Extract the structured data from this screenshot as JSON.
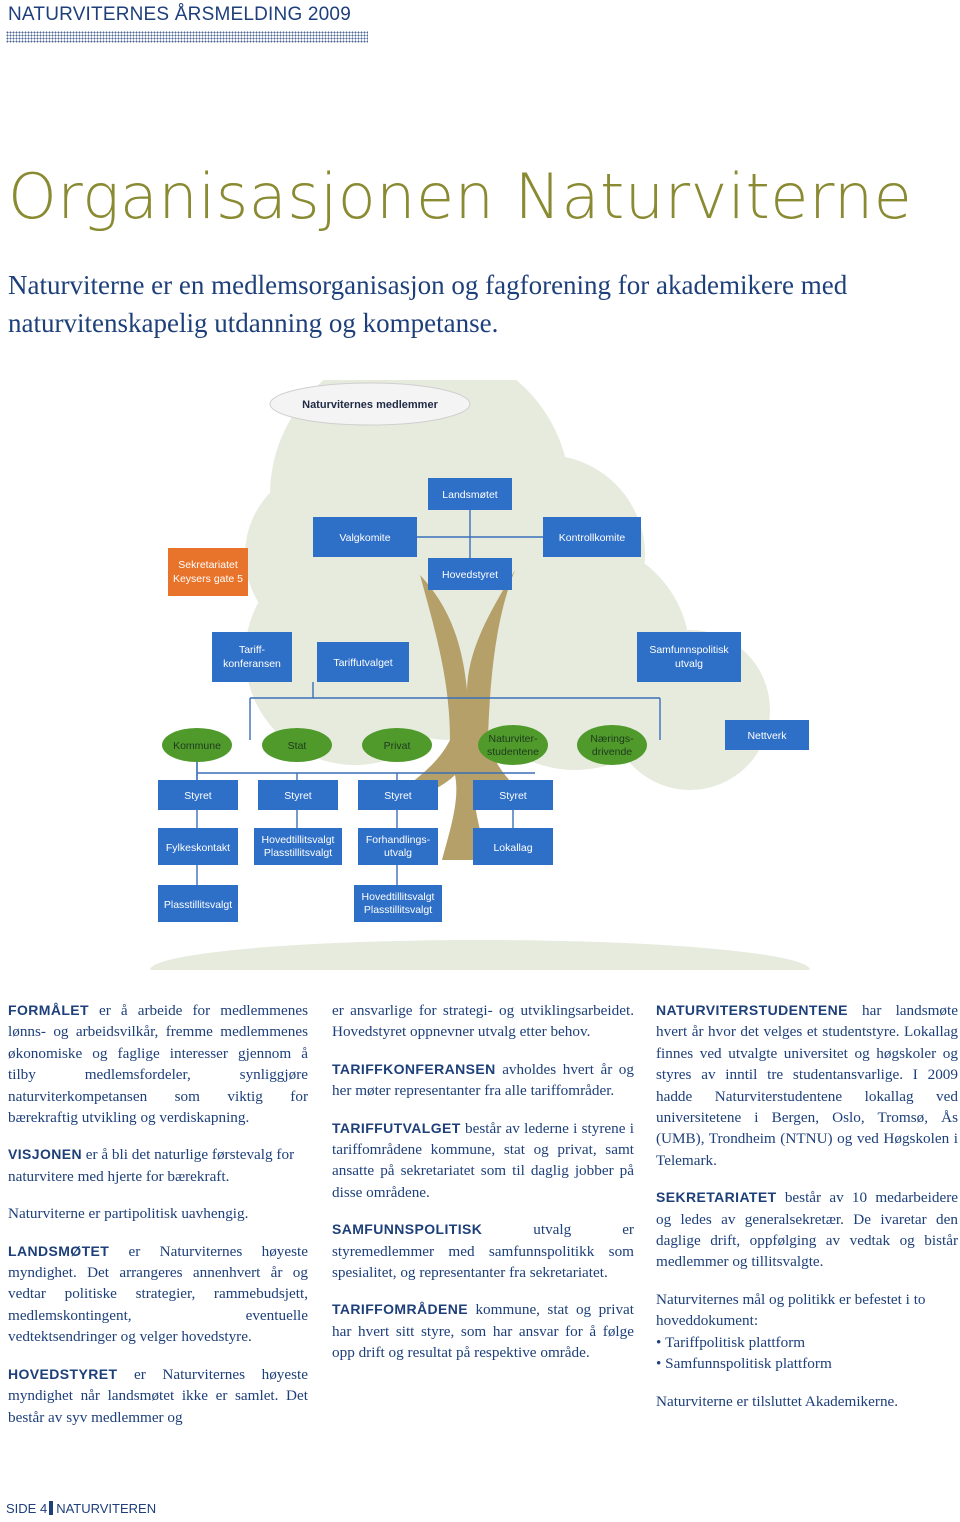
{
  "header": {
    "title": "NATURVITERNES ÅRSMELDING 2009"
  },
  "title": "Organisasjonen Naturviterne",
  "lead": "Naturviterne er en medlemsorganisasjon og fagforening for akademikere med naturvitenskapelig utdanning og kompetanse.",
  "diagram": {
    "members": "Naturviternes medlemmer",
    "landsmotet": "Landsmøtet",
    "valgkomite": "Valgkomite",
    "kontrollkomite": "Kontrollkomite",
    "hovedstyret": "Hovedstyret",
    "sekretariatet": [
      "Sekretariatet",
      "Keysers gate 5"
    ],
    "tariffkonferansen": [
      "Tariff-",
      "konferansen"
    ],
    "tariffutvalget": "Tariffutvalget",
    "samfunnspolitisk": [
      "Samfunnspolitisk",
      "utvalg"
    ],
    "kommune": "Kommune",
    "stat": "Stat",
    "privat": "Privat",
    "naturviterstudentene": [
      "Naturviter-",
      "studentene"
    ],
    "naeringsdrivende": [
      "Nærings-",
      "drivende"
    ],
    "nettverk": "Nettverk",
    "styret": "Styret",
    "fylkeskontakt": "Fylkeskontakt",
    "hovedtillitsvalgt": [
      "Hovedtillitsvalgt",
      "Plasstillitsvalgt"
    ],
    "forhandlingsutvalg": [
      "Forhandlings-",
      "utvalg"
    ],
    "lokallag": "Lokallag",
    "plasstillitsvalgt": "Plasstillitsvalgt",
    "hovedtillitsvalgt2": [
      "Hovedtillitsvalgt",
      "Plasstillitsvalgt"
    ],
    "colors": {
      "box": "#2e6fc7",
      "orange": "#e8732a",
      "green": "#4f9a2a",
      "trunk": "#b5a06a",
      "canopy": "#e6ebde"
    }
  },
  "col1": {
    "p1_kw": "FORMÅLET",
    "p1": " er å arbeide for medlemmenes lønns- og arbeidsvilkår, fremme medlemmenes økonomiske og faglige interesser gjennom å tilby medlemsfordeler, synliggjøre naturviterkompetansen som viktig for bærekraftig utvikling og verdiskapning.",
    "p2_kw": "VISJONEN",
    "p2": " er å bli det naturlige førstevalg for naturvitere med hjerte for bærekraft.",
    "p3": "Naturviterne er partipolitisk uavhengig.",
    "p4_kw": "LANDSMØTET",
    "p4": " er Naturviternes høyeste myndighet. Det arrangeres annenhvert år og vedtar politiske strategier, rammebudsjett, medlemskontingent, eventuelle vedtektsendringer og velger hovedstyre.",
    "p5_kw": "HOVEDSTYRET",
    "p5": " er Naturviternes høyeste myndighet når landsmøtet ikke er samlet. Det består av syv medlemmer og"
  },
  "col2": {
    "p1": "er ansvarlige for strategi- og utviklingsarbeidet. Hovedstyret oppnevner utvalg etter behov.",
    "p2_kw": "TARIFFKONFERANSEN",
    "p2": " avholdes hvert år og her møter representanter fra alle tariffområder.",
    "p3_kw": "TARIFFUTVALGET",
    "p3": " består av lederne i styrene i tariffområdene kommune, stat og privat, samt ansatte på sekretariatet som til daglig jobber på disse områdene.",
    "p4_kw": "SAMFUNNSPOLITISK",
    "p4": " utvalg er styremedlemmer med samfunnspolitikk som spesialitet, og representanter fra sekretariatet.",
    "p5_kw": "TARIFFOMRÅDENE",
    "p5": " kommune, stat og privat har hvert sitt styre, som har ansvar for å følge opp drift og resultat på respektive område."
  },
  "col3": {
    "p1_kw": "NATURVITERSTUDENTENE",
    "p1": " har landsmøte hvert år hvor det velges et studentstyre. Lokallag finnes ved utvalgte universitet og høgskoler og styres av inntil tre studentansvarlige. I 2009 hadde Naturviterstudentene lokallag ved universitetene i Bergen, Oslo, Tromsø, Ås (UMB), Trondheim (NTNU) og ved Høgskolen i Telemark.",
    "p2_kw": "SEKRETARIATET",
    "p2": " består av 10 medarbeidere og ledes av generalsekretær. De ivaretar den daglige drift, oppfølging av vedtak og bistår medlemmer og tillitsvalgte.",
    "p3": "Naturviternes mål og politikk er befestet i to hoveddokument:",
    "list": [
      "Tariffpolitisk plattform",
      "Samfunnspolitisk plattform"
    ],
    "p4": "Naturviterne er tilsluttet Akademikerne."
  },
  "footer": {
    "side": "SIDE 4",
    "name": "NATURVITEREN"
  }
}
